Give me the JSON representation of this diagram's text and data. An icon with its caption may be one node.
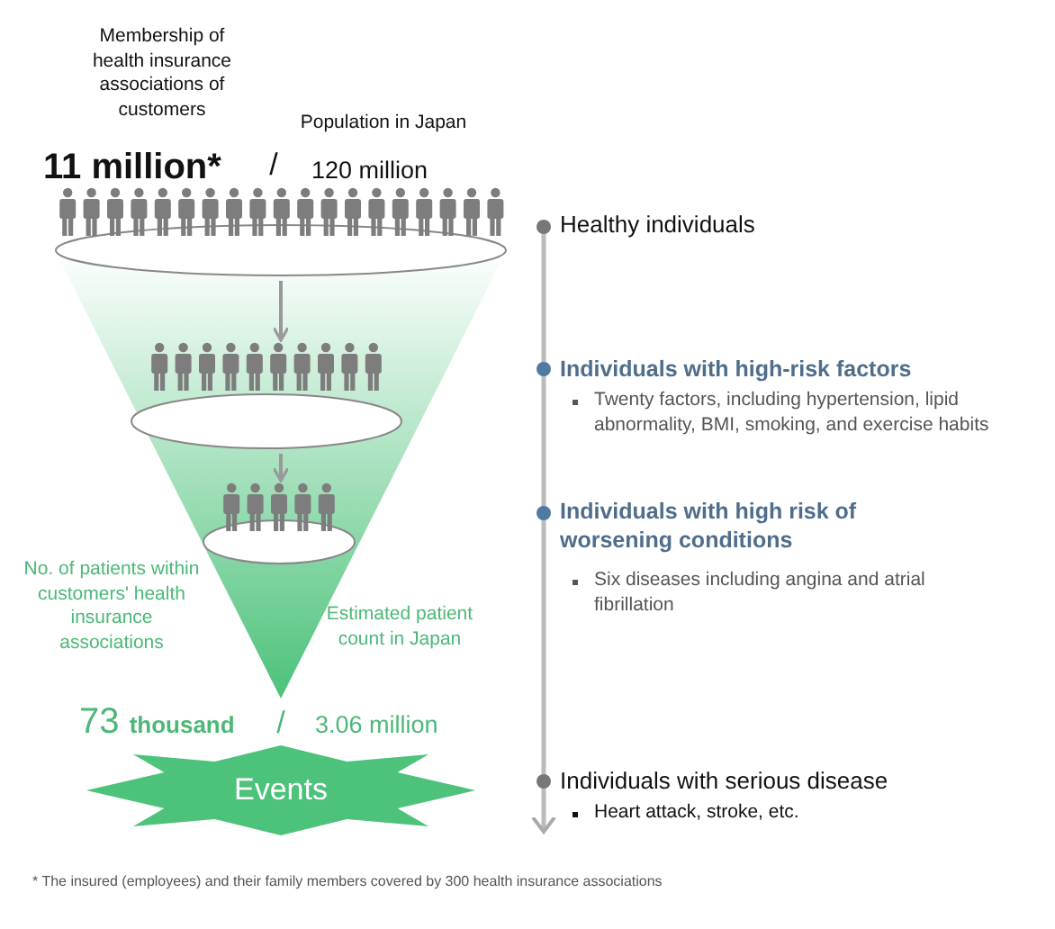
{
  "diagram": {
    "nodes": [
      {
        "text": [],
        "shape": "ellipse"
      },
      {
        "text": [],
        "shape": "ellipse"
      },
      {
        "text": [],
        "shape": "ellipse"
      },
      {
        "text": [
          "Events"
        ]
      }
    ],
    "edges": [
      {
        "from": 0,
        "to": 1,
        "arrow": "to"
      },
      {
        "from": 1,
        "to": 2,
        "arrow": "to"
      }
    ],
    "labels": [
      "Membership of health insurance associations of customers",
      "Population in Japan",
      "11 million*",
      "/",
      "120 million",
      "Healthy individuals",
      "Individuals with high-risk factors",
      "Twenty factors, including hypertension, lipid abnormality, BMI, smoking, and exercise habits",
      "Individuals with high risk of worsening conditions",
      "Six diseases including angina and atrial fibrillation",
      "No. of patients within customers' health insurance associations",
      "Estimated patient count in Japan",
      "73 **thousand**",
      "/",
      "3.06 million",
      "Individuals with serious disease",
      "Heart attack, stroke, etc.",
      "* The insured (employees) and their family members covered by 300 health insurance associations"
    ]
  }
}
